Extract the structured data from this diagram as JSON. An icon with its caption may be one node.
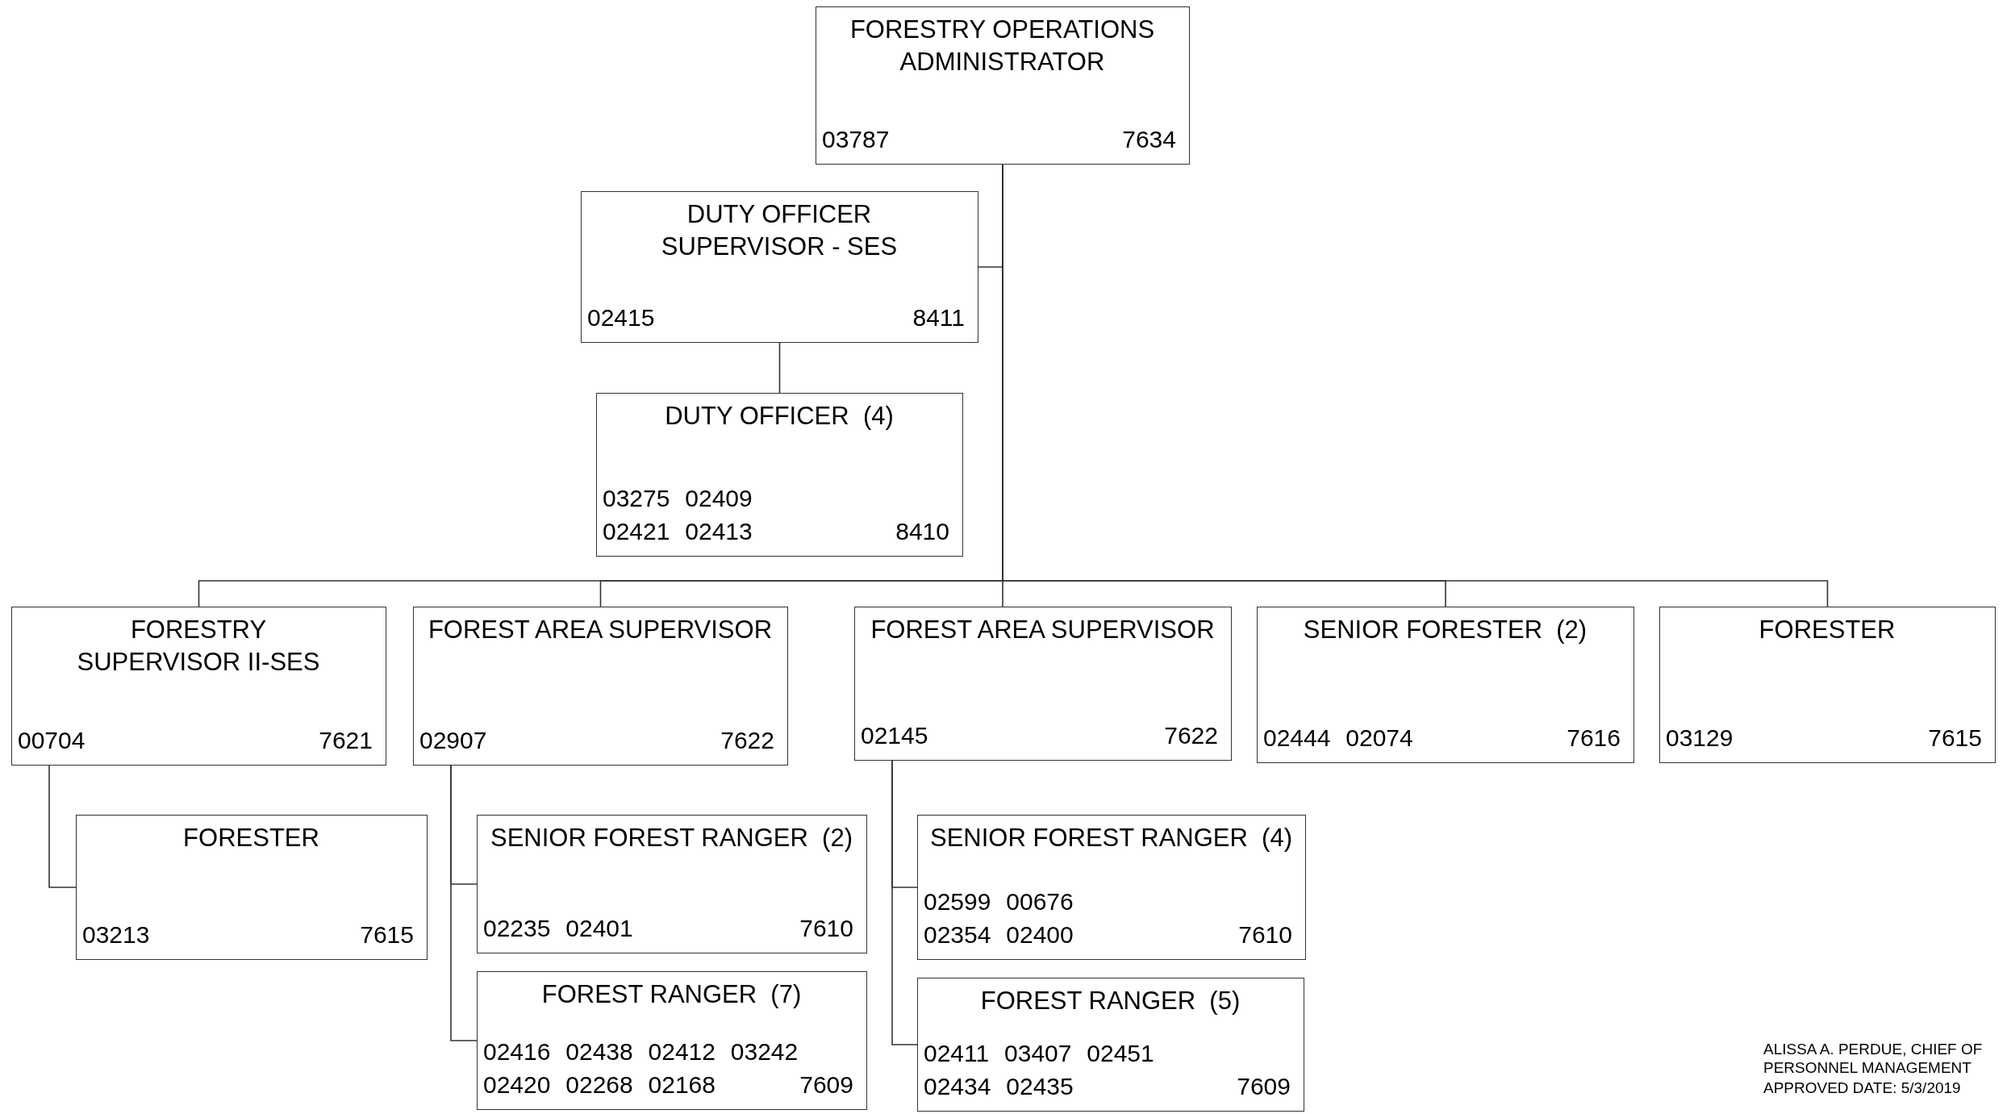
{
  "diagram": {
    "nodes": [
      {
        "text": [
          "FORESTRY OPERATIONS ADMINISTRATOR",
          "03787",
          "7634"
        ]
      },
      {
        "text": [
          "DUTY OFFICER SUPERVISOR - SES",
          "02415",
          "8411"
        ]
      },
      {
        "text": [
          "DUTY OFFICER  (4)",
          "03275 02409",
          "02421 02413",
          "8410"
        ]
      },
      {
        "text": [
          "FORESTRY SUPERVISOR II-SES",
          "00704",
          "7621"
        ]
      },
      {
        "text": [
          "FOREST AREA SUPERVISOR",
          "02907",
          "7622"
        ]
      },
      {
        "text": [
          "FOREST AREA SUPERVISOR",
          "02145",
          "7622"
        ]
      },
      {
        "text": [
          "SENIOR FORESTER  (2)",
          "02444 02074",
          "7616"
        ]
      },
      {
        "text": [
          "FORESTER",
          "03129",
          "7615"
        ]
      },
      {
        "text": [
          "FORESTER",
          "03213",
          "7615"
        ]
      },
      {
        "text": [
          "SENIOR FOREST RANGER  (2)",
          "02235 02401",
          "7610"
        ]
      },
      {
        "text": [
          "FOREST RANGER  (7)",
          "02416 02438 02412 03242",
          "02420 02268 02168",
          "7609"
        ]
      },
      {
        "text": [
          "SENIOR FOREST RANGER  (4)",
          "02599 00676",
          "02354 02400",
          "7610"
        ]
      },
      {
        "text": [
          "FOREST RANGER  (5)",
          "02411 03407 02451",
          "02434 02435",
          "7609"
        ]
      }
    ],
    "edges": [
      {
        "from": 0,
        "to": 1,
        "arrow": "none"
      },
      {
        "from": 1,
        "to": 2,
        "arrow": "none"
      },
      {
        "from": 0,
        "to": 3,
        "arrow": "none"
      },
      {
        "from": 0,
        "to": 4,
        "arrow": "none"
      },
      {
        "from": 0,
        "to": 5,
        "arrow": "none"
      },
      {
        "from": 0,
        "to": 6,
        "arrow": "none"
      },
      {
        "from": 0,
        "to": 7,
        "arrow": "none"
      },
      {
        "from": 3,
        "to": 8,
        "arrow": "none"
      },
      {
        "from": 4,
        "to": 9,
        "arrow": "none"
      },
      {
        "from": 4,
        "to": 10,
        "arrow": "none"
      },
      {
        "from": 5,
        "to": 11,
        "arrow": "none"
      },
      {
        "from": 5,
        "to": 12,
        "arrow": "none"
      }
    ],
    "labels": [
      "ALISSA A. PERDUE, CHIEF OF PERSONNEL MANAGEMENT",
      "APPROVED DATE: 5/3/2019"
    ]
  }
}
